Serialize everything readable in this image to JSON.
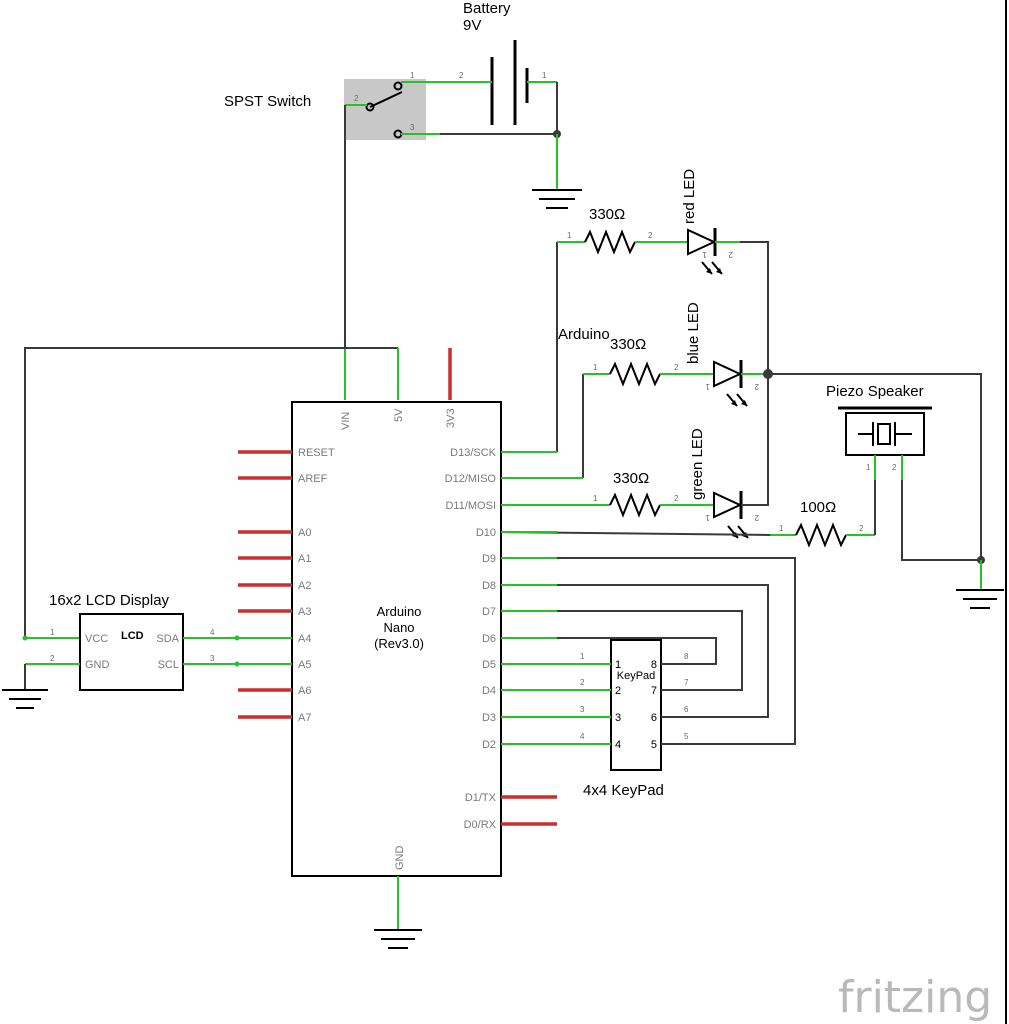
{
  "battery": {
    "name": "Battery",
    "voltage": "9V",
    "pin_left": "2",
    "pin_right": "1"
  },
  "switch": {
    "name": "SPST Switch",
    "pin_top": "1",
    "pin_mid": "2",
    "pin_bottom": "3"
  },
  "leds": [
    {
      "label": "red LED"
    },
    {
      "label": "blue LED"
    },
    {
      "label": "green LED"
    }
  ],
  "led_pins": {
    "anode": "1",
    "cathode": "2"
  },
  "resistors": [
    {
      "value": "330Ω"
    },
    {
      "value": "330Ω"
    },
    {
      "value": "330Ω"
    },
    {
      "value": "100Ω"
    }
  ],
  "resistor_pins": {
    "p1": "1",
    "p2": "2"
  },
  "piezo": {
    "name": "Piezo Speaker",
    "pin1": "1",
    "pin2": "2"
  },
  "arduino": {
    "title_lines": [
      "Arduino",
      "Nano",
      "(Rev3.0)"
    ],
    "floating_label": "Arduino",
    "top_pins": [
      "VIN",
      "5V",
      "3V3"
    ],
    "bottom_pin": "GND",
    "left_pins": [
      "RESET",
      "AREF",
      "A0",
      "A1",
      "A2",
      "A3",
      "A4",
      "A5",
      "A6",
      "A7"
    ],
    "right_pins": [
      "D13/SCK",
      "D12/MISO",
      "D11/MOSI",
      "D10",
      "D9",
      "D8",
      "D7",
      "D6",
      "D5",
      "D4",
      "D3",
      "D2",
      "D1/TX",
      "D0/RX"
    ]
  },
  "lcd": {
    "name": "16x2 LCD Display",
    "chip": "LCD",
    "left_pins": [
      "VCC",
      "GND"
    ],
    "left_nums": [
      "1",
      "2"
    ],
    "right_pins": [
      "SDA",
      "SCL"
    ],
    "right_nums": [
      "4",
      "3"
    ]
  },
  "keypad": {
    "name": "4x4 KeyPad",
    "chip": "KeyPad",
    "left_pins": [
      "1",
      "2",
      "3",
      "4"
    ],
    "right_pins": [
      "8",
      "7",
      "6",
      "5"
    ],
    "left_nums": [
      "1",
      "2",
      "3",
      "4"
    ],
    "right_nums": [
      "8",
      "7",
      "6",
      "5"
    ]
  },
  "logo": "fritzing",
  "colors": {
    "wire": "#3a3a3a",
    "pin_connected": "#27c227",
    "pin_unconnected": "#cc2d2d",
    "switch_fill": "#c8c8c8",
    "logo": "#b9b9b9"
  }
}
